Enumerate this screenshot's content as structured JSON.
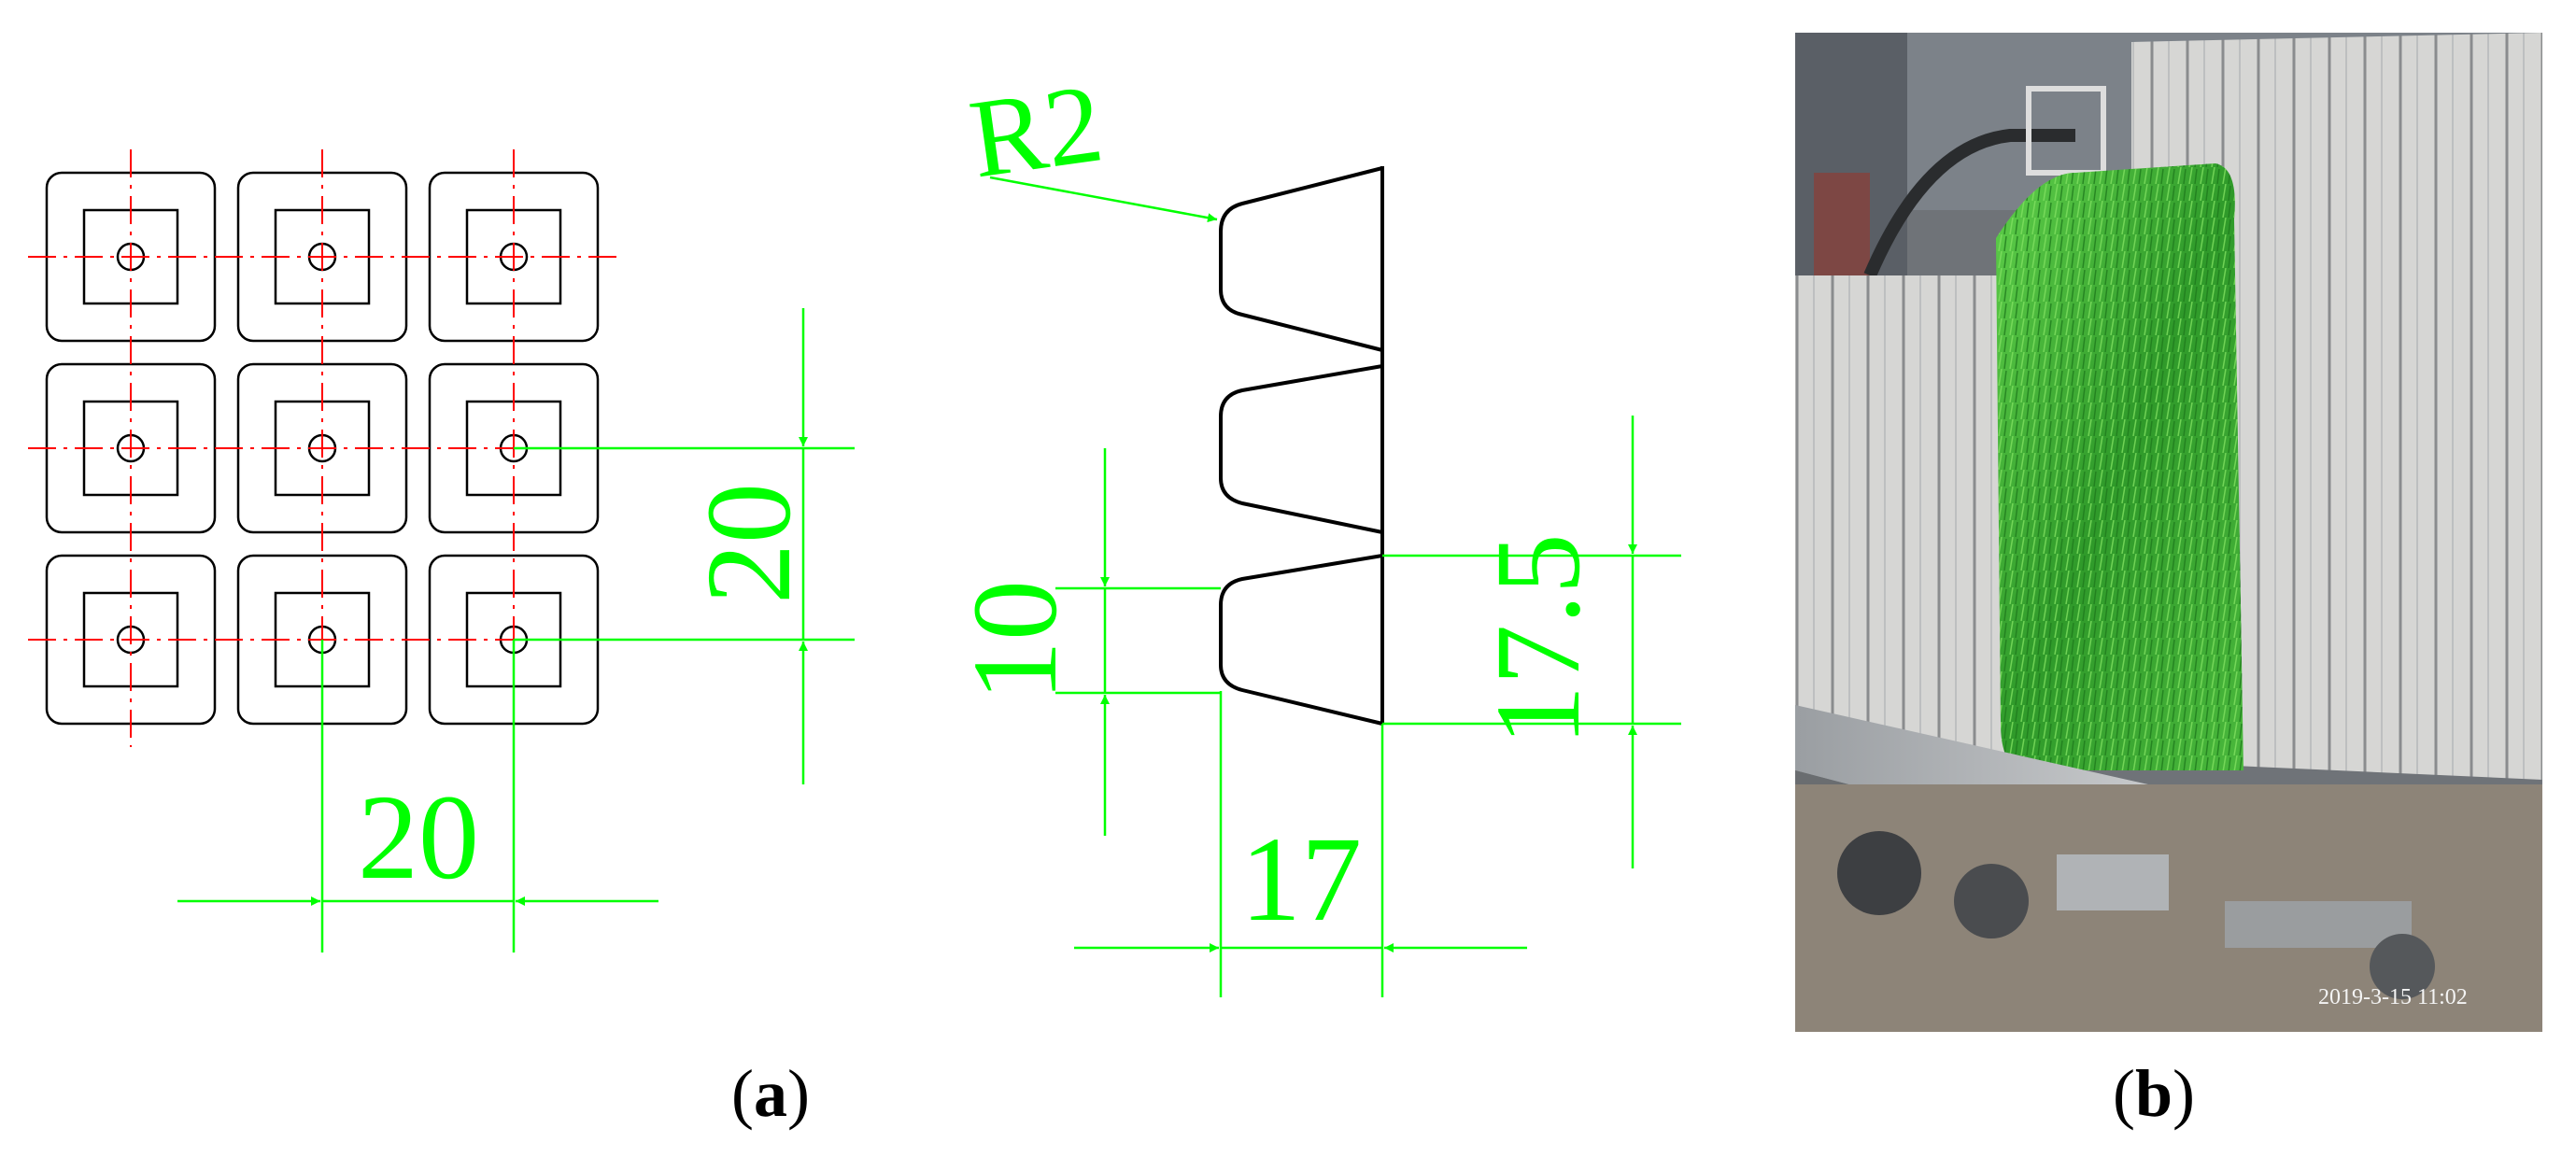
{
  "panel_a": {
    "grid_spacing_x": "20",
    "grid_spacing_y": "20",
    "radius_label": "R2",
    "top_width": "17",
    "cell_depth": "10",
    "pitch": "17.5",
    "caption_letter": "a"
  },
  "panel_b": {
    "timestamp": "2019-3-15 11:02",
    "caption_letter": "b"
  },
  "colors": {
    "dimension": "#00ff00",
    "centerline": "#ff0000",
    "outline": "#000000"
  }
}
